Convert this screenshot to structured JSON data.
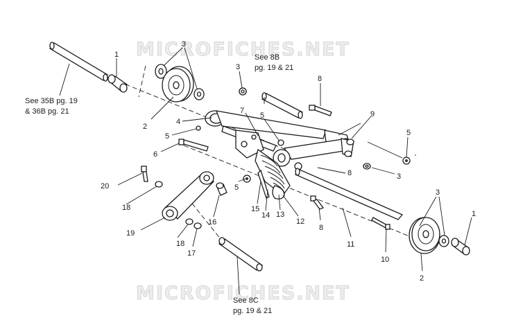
{
  "watermark": "MICROFICHES.NET",
  "callouts": {
    "c1a": "1",
    "c1b": "1",
    "c2a": "2",
    "c2b": "2",
    "c3a": "3",
    "c3b": "3",
    "c3c": "3",
    "c3d": "3",
    "c4": "4",
    "c5a": "5",
    "c5b": "5",
    "c5c": "5",
    "c5d": "5",
    "c6": "6",
    "c7": "7",
    "c8a": "8",
    "c8b": "8",
    "c8c": "8",
    "c9": "9",
    "c10": "10",
    "c11": "11",
    "c12": "12",
    "c13": "13",
    "c14": "14",
    "c15": "15",
    "c16": "16",
    "c17": "17",
    "c18a": "18",
    "c18b": "18",
    "c19": "19",
    "c20": "20"
  },
  "references": {
    "left_line1": "See 35B pg. 19",
    "left_line2": "& 36B pg. 21",
    "top_line1": "See 8B",
    "top_line2": "pg. 19 &  21",
    "bottom_line1": "See 8C",
    "bottom_line2": "pg. 19 &  21"
  }
}
